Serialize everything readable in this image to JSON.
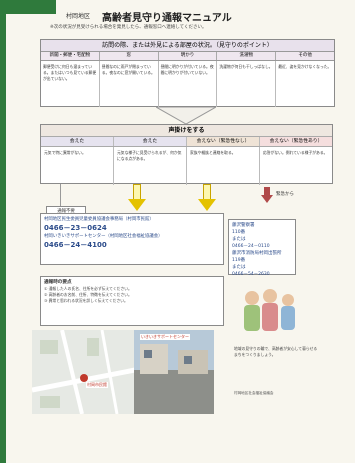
{
  "header": {
    "tag": "",
    "org": "村岡地区",
    "title": "高齢者見守り通報マニュアル",
    "subtitle": "※次の状況が見受けられる場合を発見したら、通報窓口へ連絡してください。"
  },
  "observation": {
    "heading": "訪問の際、または外見による部屋の状況。（見守りのポイント）",
    "categories": [
      "新聞・郵便・宅配物",
      "窓",
      "明かり",
      "洗濯物",
      "その他"
    ],
    "items": [
      "郵便受けに何日も溜まっている。またはいつも見ている郵便が出ていない。",
      "昼間なのに雨戸が閉まっている。夜なのに窓が開いている。",
      "昼間に明かりが付いている。夜間に明かりが付いていない。",
      "洗濯物が何日も干しっぱなし。",
      "最近、姿を見かけなくなった。"
    ]
  },
  "call_section": {
    "title": "声掛けをする",
    "options": [
      "会えた",
      "会えた",
      "会えない（緊急性なし）",
      "会えない（緊急性あり）"
    ],
    "details": [
      "元気で特に異常がない。",
      "元気な様子に見受けられるが、何か気になる点がある。",
      "家族や親族と連絡を取る。",
      "応答がない。倒れている様子がある。"
    ]
  },
  "labels": {
    "end": "通報不要",
    "emergency": "緊急から"
  },
  "contacts": {
    "line1": "村岡地区民生委員児童委員協議会事務局（村岡市民館）",
    "phone1": "0466－23－0624",
    "line2": "村岡いきいきサポートセンター（村岡地区社会福祉協議会）",
    "phone2": "0466－24－4100"
  },
  "emergency_contacts": {
    "police_title": "藤沢警察署",
    "police_num1": "110番",
    "police_or1": "または",
    "police_num2": "0466－24－0110",
    "fire_title": "藤沢市消防局村岡出張所",
    "fire_num1": "119番",
    "fire_or2": "または",
    "fire_num2": "0466－54－2630"
  },
  "notes": {
    "title": "通報時の要点",
    "items": [
      "① 通報した人の氏名、住所を必ず伝えてください。",
      "② 高齢者のお名前、住所、特徴を伝えてください。",
      "③ 異常と思われる状況を詳しく伝えてください。"
    ]
  },
  "map": {
    "label1": "村岡市民館",
    "label2": "いきいきサポートセンター"
  },
  "caption": "地域の見守りの輪で、高齢者が安心して暮らせるまちをつくりましょう。",
  "footer": "村岡地区社会福祉協議会"
}
